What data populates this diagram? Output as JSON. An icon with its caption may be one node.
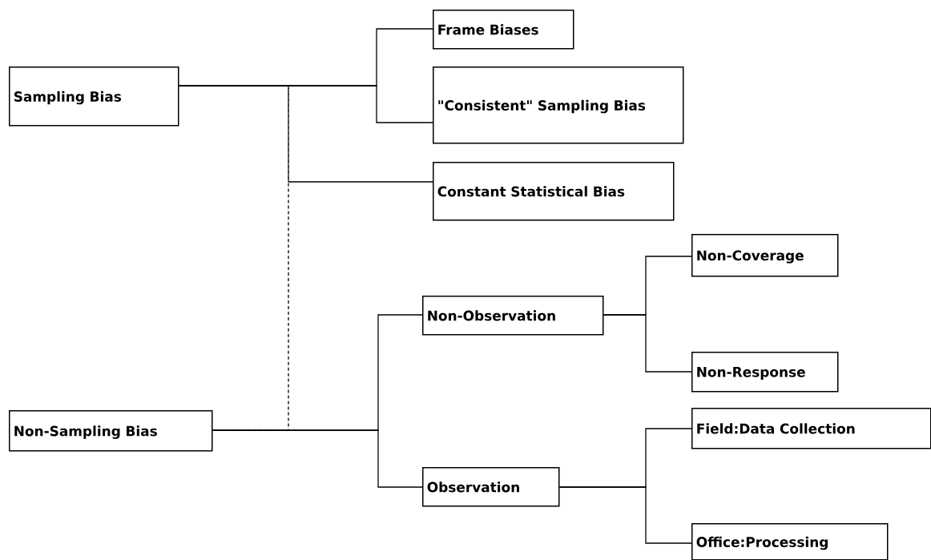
{
  "diagram": {
    "nodes": [
      {
        "text": [
          "Sampling Bias"
        ]
      },
      {
        "text": [
          "Frame Biases"
        ]
      },
      {
        "text": [
          "\"Consistent\" Sampling Bias"
        ]
      },
      {
        "text": [
          "Constant Statistical Bias"
        ]
      },
      {
        "text": [
          "Non-Sampling Bias"
        ]
      },
      {
        "text": [
          "Non-Observation"
        ]
      },
      {
        "text": [
          "Non-Coverage"
        ]
      },
      {
        "text": [
          "Non-Response"
        ]
      },
      {
        "text": [
          "Observation"
        ]
      },
      {
        "text": [
          "Field:Data Collection"
        ]
      },
      {
        "text": [
          "Office:Processing"
        ]
      }
    ],
    "edges": [
      {
        "from": 0,
        "to": 1,
        "arrow": "none"
      },
      {
        "from": 0,
        "to": 2,
        "arrow": "none"
      },
      {
        "from": 0,
        "to": 4,
        "arrow": "none",
        "style": "dashed"
      },
      {
        "from": 0,
        "to": 3,
        "arrow": "none"
      },
      {
        "from": 4,
        "to": 5,
        "arrow": "none"
      },
      {
        "from": 4,
        "to": 8,
        "arrow": "none"
      },
      {
        "from": 5,
        "to": 6,
        "arrow": "none"
      },
      {
        "from": 5,
        "to": 7,
        "arrow": "none"
      },
      {
        "from": 8,
        "to": 9,
        "arrow": "none"
      },
      {
        "from": 8,
        "to": 10,
        "arrow": "none"
      }
    ]
  }
}
